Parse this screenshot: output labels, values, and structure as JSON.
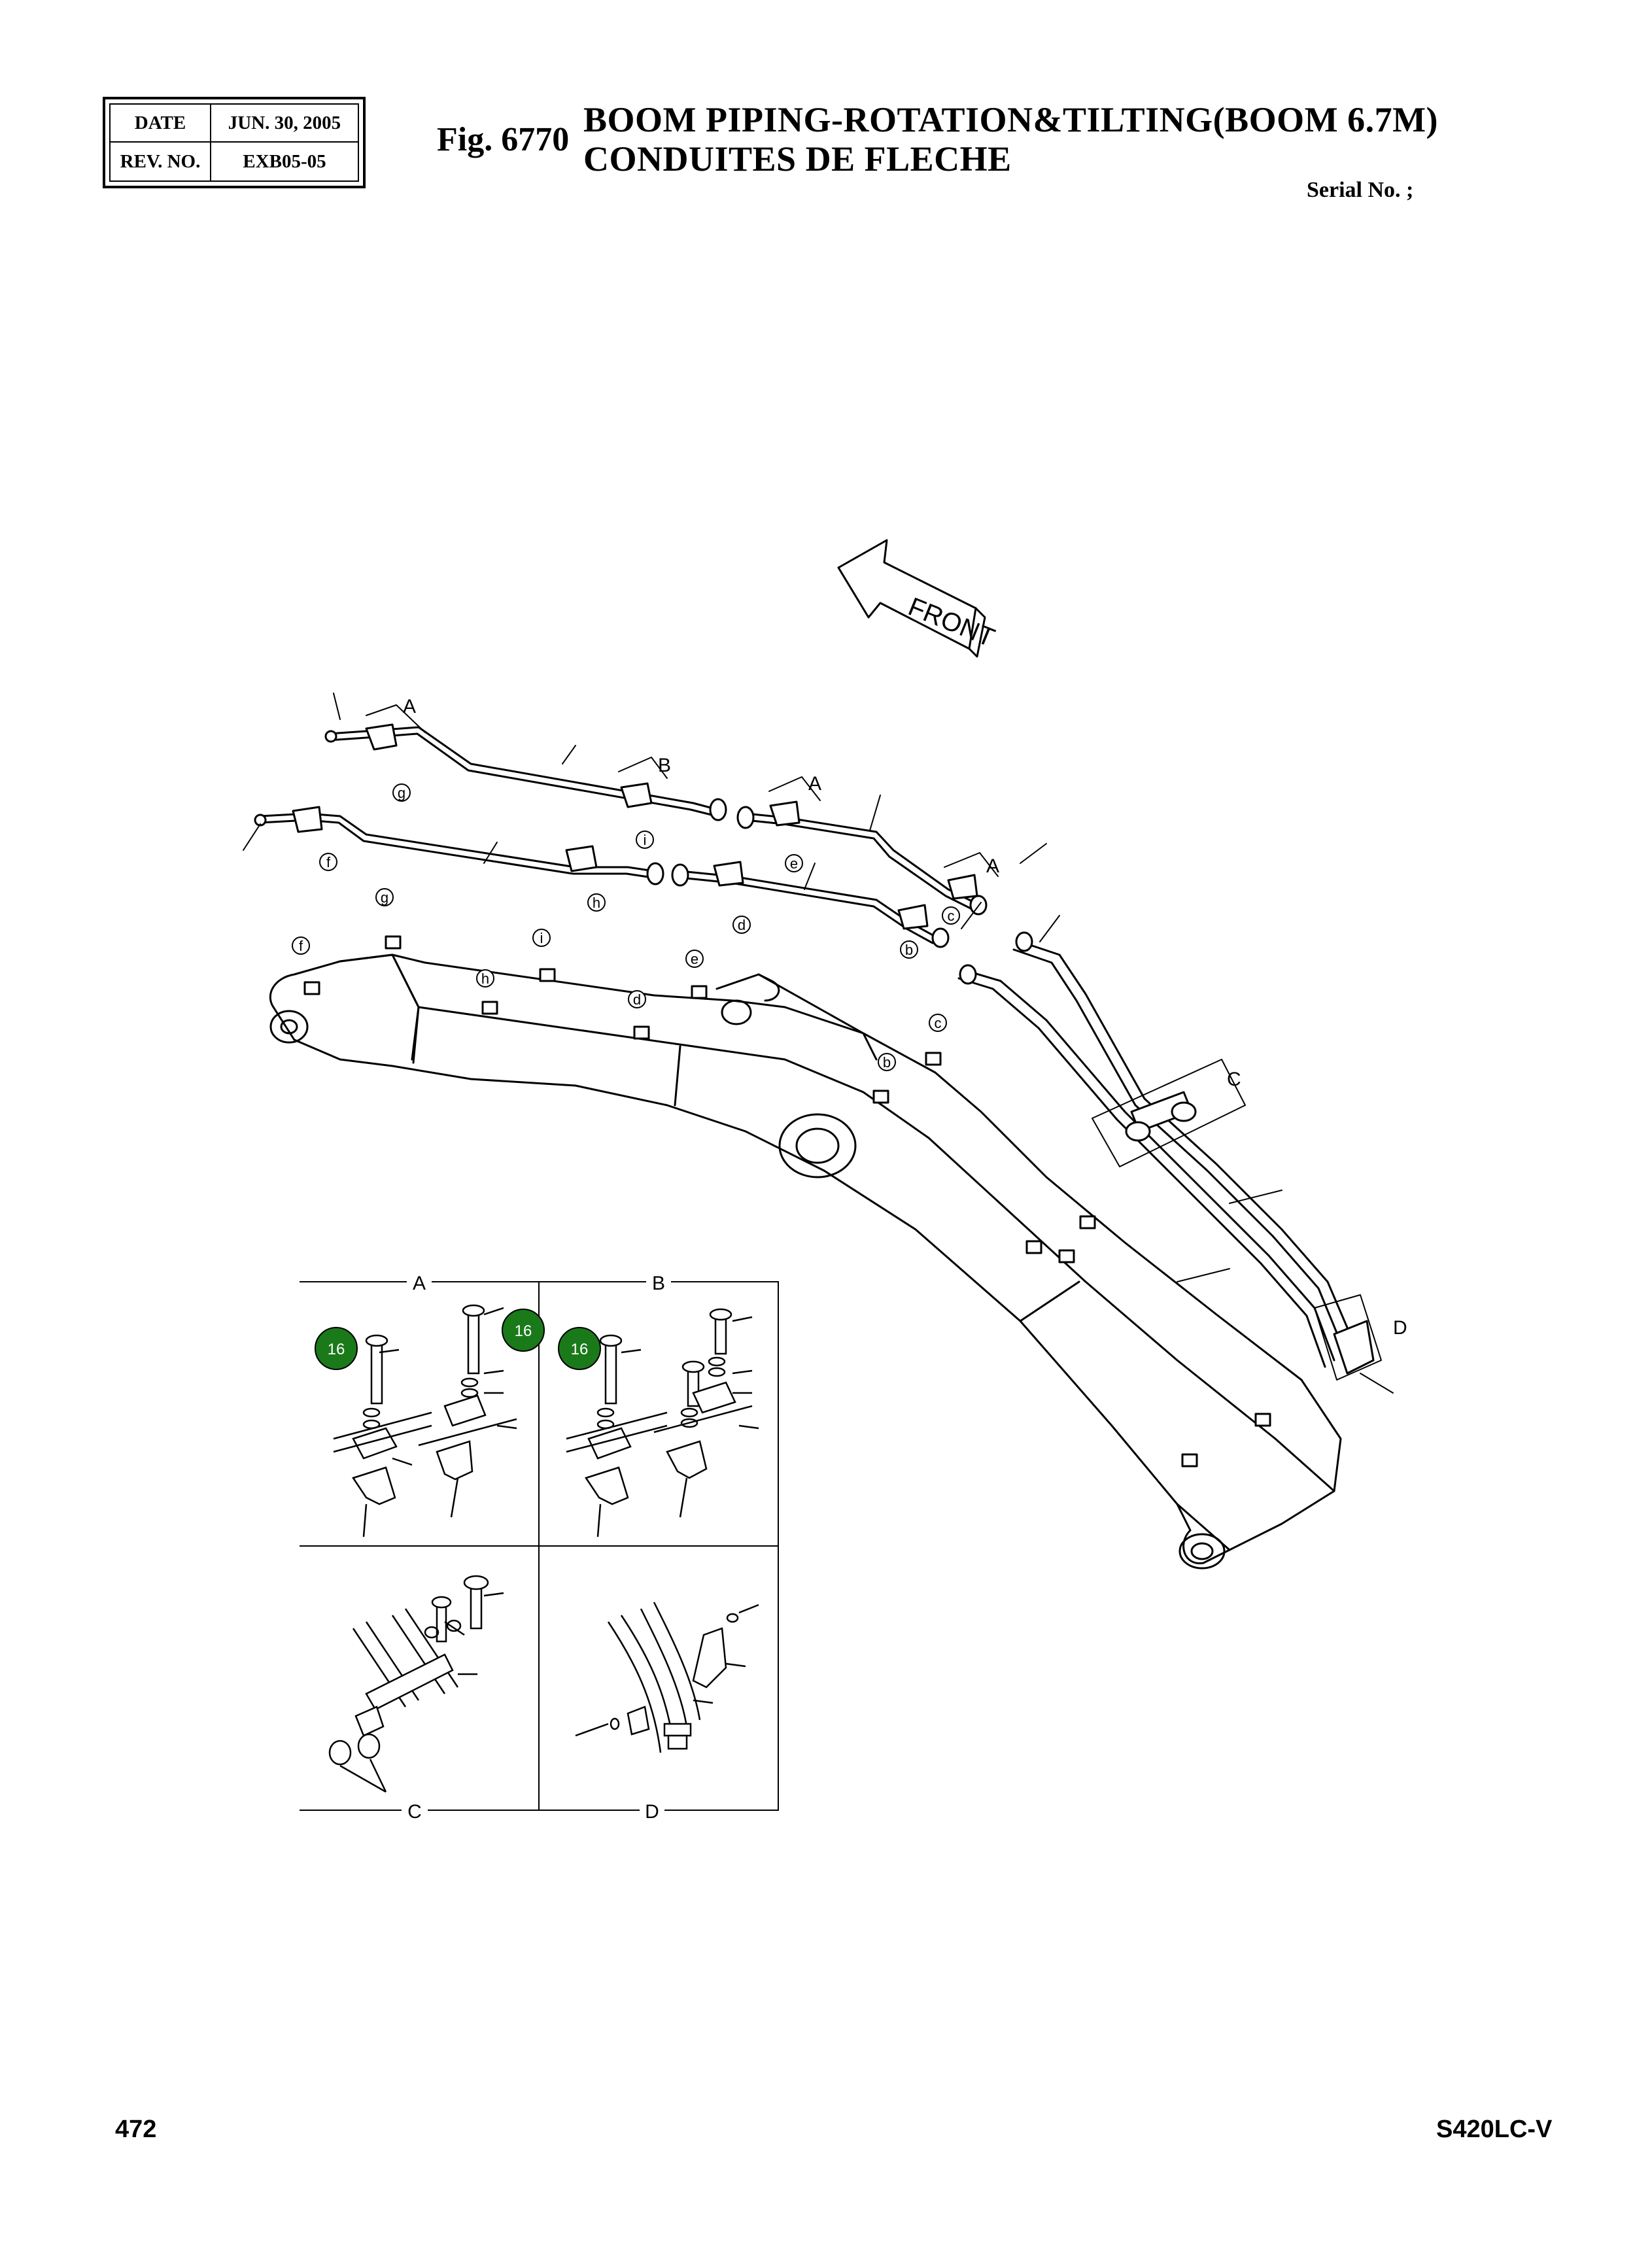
{
  "header": {
    "date_label": "DATE",
    "date_value": "JUN. 30, 2005",
    "rev_label": "REV. NO.",
    "rev_value": "EXB05-05",
    "fig_number": "Fig. 6770",
    "title_en": "BOOM PIPING-ROTATION&TILTING(BOOM 6.7M)",
    "title_fr": "CONDUITES DE FLECHE",
    "serial_label": "Serial No. ;"
  },
  "drawing": {
    "front_arrow_label": "FRONT",
    "view_callouts": [
      "A",
      "B",
      "A",
      "A",
      "C",
      "D"
    ],
    "circle_letters": [
      "g",
      "f",
      "i",
      "h",
      "e",
      "d",
      "c",
      "b",
      "g",
      "f",
      "i",
      "h",
      "e",
      "d",
      "c",
      "b"
    ],
    "detail_labels": [
      "A",
      "B",
      "C",
      "D"
    ],
    "part_badges": [
      "16",
      "16",
      "16"
    ],
    "badge_color": "#1a7a1a"
  },
  "footer": {
    "page_number": "472",
    "model": "S420LC-V"
  }
}
